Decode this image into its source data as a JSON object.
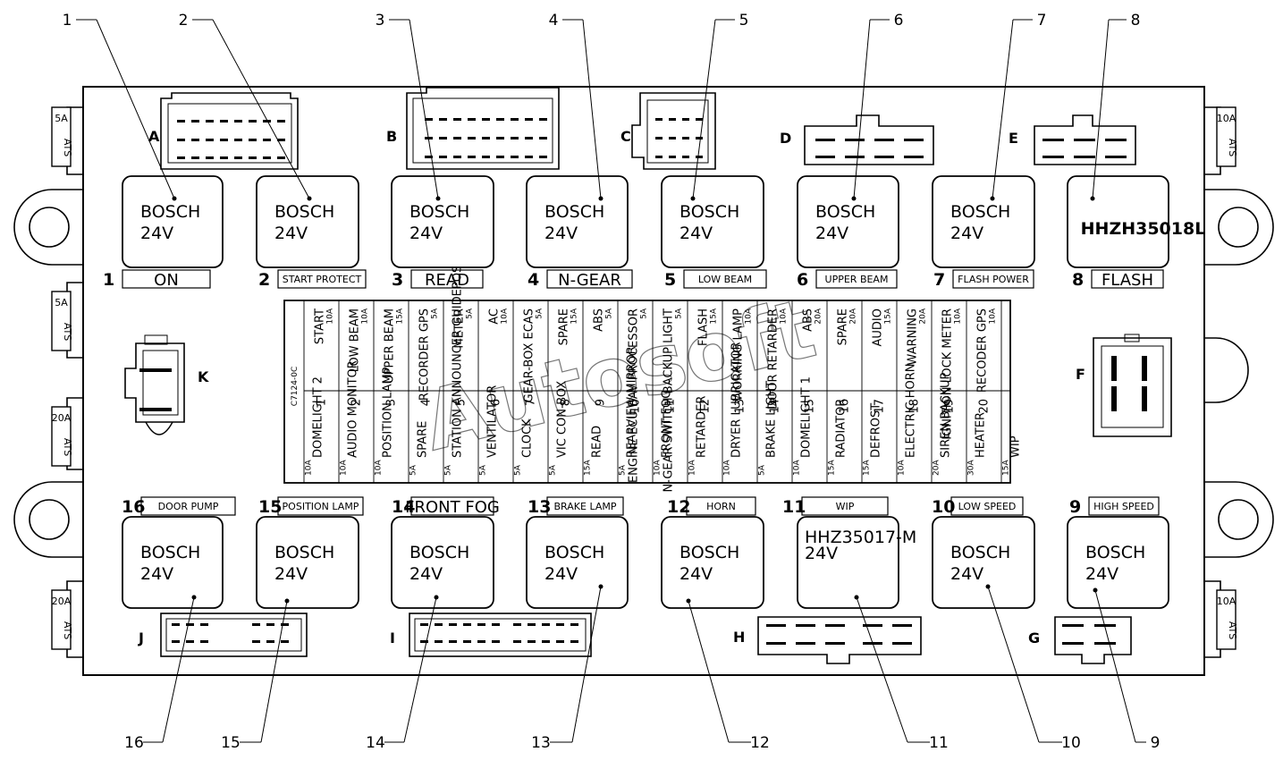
{
  "watermark": "Autosoft",
  "board_code": "C7124-0C",
  "relays": [
    {
      "num": "1",
      "callout": "1",
      "label": "ON",
      "lines": [
        "BOSCH",
        "24V"
      ]
    },
    {
      "num": "2",
      "callout": "2",
      "label": "START PROTECT",
      "lines": [
        "BOSCH",
        "24V"
      ]
    },
    {
      "num": "3",
      "callout": "3",
      "label": "READ",
      "lines": [
        "BOSCH",
        "24V"
      ]
    },
    {
      "num": "4",
      "callout": "4",
      "label": "N-GEAR",
      "lines": [
        "BOSCH",
        "24V"
      ]
    },
    {
      "num": "5",
      "callout": "5",
      "label": "LOW BEAM",
      "lines": [
        "BOSCH",
        "24V"
      ]
    },
    {
      "num": "6",
      "callout": "6",
      "label": "UPPER BEAM",
      "lines": [
        "BOSCH",
        "24V"
      ]
    },
    {
      "num": "7",
      "callout": "7",
      "label": "FLASH POWER",
      "lines": [
        "BOSCH",
        "24V"
      ]
    },
    {
      "num": "8",
      "callout": "8",
      "label": "FLASH",
      "lines": [
        "HHZH35018L"
      ]
    },
    {
      "num": "16",
      "callout": "16",
      "label": "DOOR PUMP",
      "lines": [
        "BOSCH",
        "24V"
      ]
    },
    {
      "num": "15",
      "callout": "15",
      "label": "POSITION LAMP",
      "lines": [
        "BOSCH",
        "24V"
      ]
    },
    {
      "num": "14",
      "callout": "14",
      "label": "FRONT FOG",
      "lines": [
        "BOSCH",
        "24V"
      ]
    },
    {
      "num": "13",
      "callout": "13",
      "label": "BRAKE LAMP",
      "lines": [
        "BOSCH",
        "24V"
      ]
    },
    {
      "num": "12",
      "callout": "12",
      "label": "HORN",
      "lines": [
        "BOSCH",
        "24V"
      ]
    },
    {
      "num": "11",
      "callout": "11",
      "label": "WIP",
      "lines": [
        "HHZ35017-M",
        "24V"
      ]
    },
    {
      "num": "10",
      "callout": "10",
      "label": "LOW SPEED",
      "lines": [
        "BOSCH",
        "24V"
      ]
    },
    {
      "num": "9",
      "callout": "9",
      "label": "HIGH SPEED",
      "lines": [
        "BOSCH",
        "24V"
      ]
    }
  ],
  "connectors": [
    "A",
    "B",
    "C",
    "D",
    "E",
    "F",
    "K",
    "J",
    "I",
    "H",
    "G"
  ],
  "side_fuses": [
    {
      "amp": "5A",
      "type": "ATS"
    },
    {
      "amp": "5A",
      "type": "ATS"
    },
    {
      "amp": "20A",
      "type": "ATS"
    },
    {
      "amp": "20A",
      "type": "ATS"
    },
    {
      "amp": "10A",
      "type": "ATS"
    },
    {
      "amp": "10A",
      "type": "ATS"
    }
  ],
  "fuse_top": [
    {
      "amp": "10A",
      "name": "START"
    },
    {
      "amp": "10A",
      "name": "LOW BEAM"
    },
    {
      "amp": "15A",
      "name": "UPPER BEAM"
    },
    {
      "amp": "5A",
      "name": "RECORDER GPS"
    },
    {
      "amp": "5A",
      "name": "METER"
    },
    {
      "amp": "10A",
      "name": "AC"
    },
    {
      "amp": "5A",
      "name": "GEAR-BOX ECAS"
    },
    {
      "amp": "15A",
      "name": "SPARE"
    },
    {
      "amp": "5A",
      "name": "ABS"
    },
    {
      "amp": "5A",
      "name": "ENGINE ECU BAV PROCESSOR"
    },
    {
      "amp": "5A",
      "name": "N-GEAR SWITCH BACKUP LIGHT"
    },
    {
      "amp": "15A",
      "name": "FLASH"
    },
    {
      "amp": "10A",
      "name": "WORKING LAMP"
    },
    {
      "amp": "10A",
      "name": "DOOR RETARDER"
    },
    {
      "amp": "20A",
      "name": "ABS"
    },
    {
      "amp": "20A",
      "name": "SPARE"
    },
    {
      "amp": "15A",
      "name": "AUDIO"
    },
    {
      "amp": "20A",
      "name": "WARNING"
    },
    {
      "amp": "10A",
      "name": "IGNITION LOCK METER"
    },
    {
      "amp": "10A",
      "name": "RECODER GPS"
    }
  ],
  "fuse_nums": [
    "1",
    "2",
    "3",
    "4",
    "5",
    "6",
    "7",
    "8",
    "9",
    "10",
    "11",
    "12",
    "13",
    "14",
    "15",
    "16",
    "17",
    "18",
    "19",
    "20"
  ],
  "fuse_bottom": [
    {
      "amp": "10A",
      "name": "DOMELIGHT 2"
    },
    {
      "amp": "10A",
      "name": "AUDIO MONITOR"
    },
    {
      "amp": "10A",
      "name": "POSITION LAMP"
    },
    {
      "amp": "5A",
      "name": "SPARE"
    },
    {
      "amp": "5A",
      "name": "STATION ANNOUNCER GUIDEPOST"
    },
    {
      "amp": "5A",
      "name": "VENTILATOR"
    },
    {
      "amp": "5A",
      "name": "CLOCK"
    },
    {
      "amp": "5A",
      "name": "VIC CON-BOX"
    },
    {
      "amp": "15A",
      "name": "READ"
    },
    {
      "amp": "5A",
      "name": "REARVIEW MIRROR"
    },
    {
      "amp": "10A",
      "name": "FRONT FOG"
    },
    {
      "amp": "10A",
      "name": "RETARDER"
    },
    {
      "amp": "10A",
      "name": "DRYER LUBRICATOR"
    },
    {
      "amp": "5A",
      "name": "BRAKE LIGHT"
    },
    {
      "amp": "10A",
      "name": "DOMELIGHT 1"
    },
    {
      "amp": "15A",
      "name": "RADIATOR"
    },
    {
      "amp": "15A",
      "name": "DEFROST"
    },
    {
      "amp": "10A",
      "name": "ELECTRIC HORN"
    },
    {
      "amp": "20A",
      "name": "SIREN BACKUP"
    },
    {
      "amp": "30A",
      "name": "HEATER"
    },
    {
      "amp": "15A",
      "name": "WIP"
    }
  ]
}
